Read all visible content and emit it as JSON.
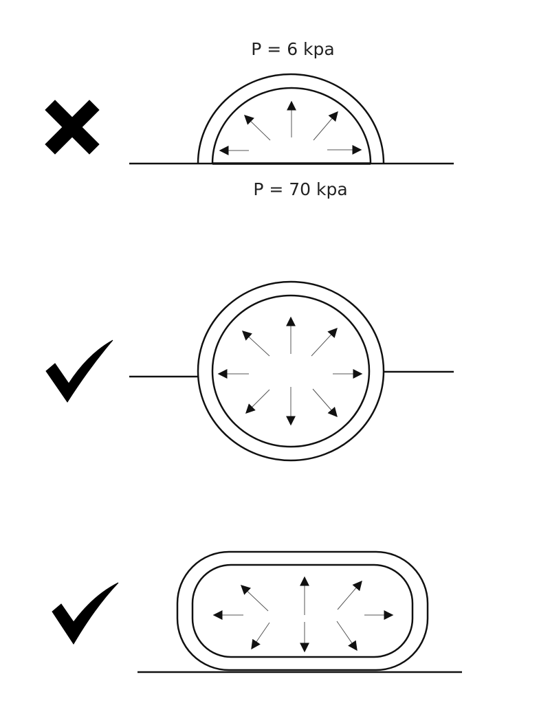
{
  "panels": [
    {
      "verdict": "incorrect",
      "mark_icon": "cross-icon",
      "shape": "half-dome",
      "top_label": "P = 6 kpa",
      "bottom_label": "P = 70 kpa"
    },
    {
      "verdict": "correct",
      "mark_icon": "checkmark-icon",
      "shape": "full-circle",
      "top_label": "",
      "bottom_label": ""
    },
    {
      "verdict": "correct",
      "mark_icon": "checkmark-icon",
      "shape": "rounded-capsule",
      "top_label": "",
      "bottom_label": ""
    }
  ],
  "colors": {
    "stroke": "#111111",
    "arrow": "#555555",
    "text": "#222222",
    "background": "#ffffff"
  }
}
